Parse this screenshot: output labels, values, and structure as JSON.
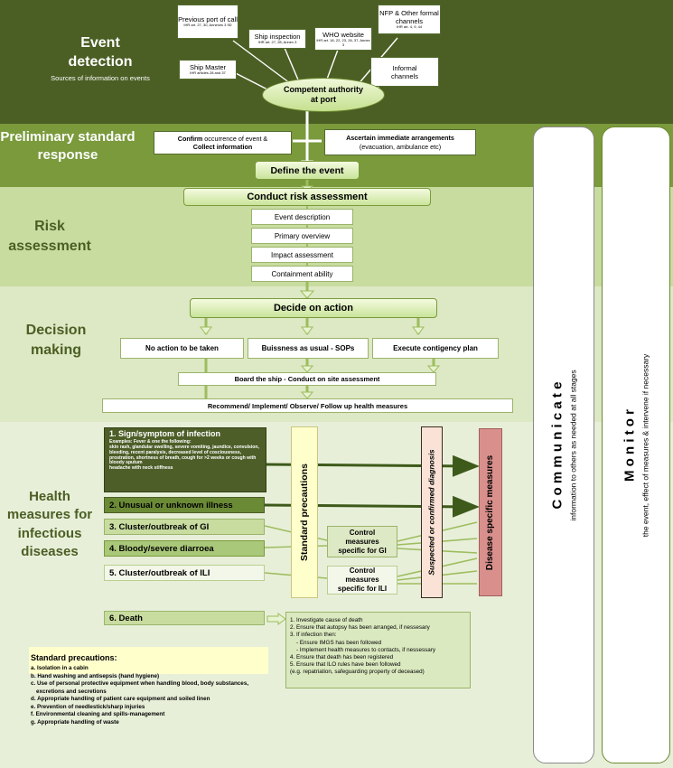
{
  "stages": {
    "event_detection": {
      "title": "Event detection",
      "subtitle": "Sources of information on events"
    },
    "preliminary": {
      "title": "Preliminary standard response"
    },
    "risk": {
      "title": "Risk assessment"
    },
    "decision": {
      "title": "Decision making"
    },
    "health": {
      "title": "Health measures for infectious diseases"
    }
  },
  "sources": {
    "previous_port": {
      "label": "Previous port of call",
      "ref": "IHR art. 27, 30, Annexes 3 9D"
    },
    "ship_inspection": {
      "label": "Ship inspection",
      "ref": "IHR art. 27, 28, Annex 3"
    },
    "who_website": {
      "label": "WHO website",
      "ref": "IHR art. 18, 22, 23, 26, 37, Annex 3"
    },
    "nfp": {
      "label": "NFP & Other formal channels",
      "ref": "IHR art. 4, 9, 44"
    },
    "ship_master": {
      "label": "Ship Master",
      "ref": "IHR articles 28 and 37"
    },
    "informal": {
      "label": "Informal channels"
    },
    "competent": {
      "label": "Competent authority at port"
    }
  },
  "preliminary": {
    "confirm_a": "Confirm",
    "confirm_b": " occurrence of event &",
    "collect": "Collect information",
    "ascertain_a": "Ascertain immediate arrangements",
    "ascertain_b": "(evacuation, ambulance etc)",
    "define": "Define the event"
  },
  "risk": {
    "conduct": "Conduct risk assessment",
    "items": [
      "Event description",
      "Primary overview",
      "Impact assessment",
      "Containment ability"
    ]
  },
  "decision": {
    "decide": "Decide on action",
    "options": [
      "No action to be taken",
      "Buissness as usual - SOPs",
      "Execute contigency plan"
    ],
    "board": "Board the ship - Conduct on site assessment",
    "recommend": "Recommend/ Implement/ Observe/ Follow up health measures"
  },
  "health": {
    "sign_title": "1. Sign/symptom of infection",
    "sign_detail": "Examples: Fever  & one the following:\nskin rash, glandular swelling, severe vomiting, jaundice, convulsion, bleeding, recent paralysis, decreased level of cosciousness, prostration, shortness of breath, cough for >2 weeks or cough with bloody sputum\nheadache with neck stiffness",
    "unusual": "2. Unusual or unknown illness",
    "cluster_gi": "3. Cluster/outbreak of GI",
    "bloody": "4. Bloody/severe diarroea",
    "cluster_ili": "5. Cluster/outbreak of ILI",
    "death": "6. Death",
    "standard_precautions": "Standard precautions",
    "control_gi": "Control measures specific for GI",
    "control_ili": "Control measures specific for ILI",
    "suspected": "Suspected or confirmed diagnosis",
    "disease_specific": "Disease specific measures",
    "death_steps": [
      "1. Investigate cause of death",
      "2. Ensure that autopsy has been arranged, if nessesary",
      "3. If infection then:",
      "   - Ensure IMGS has been followed",
      "   - Implement health measures to contacts, if nessessary",
      "4. Ensure that death has been registered",
      "5. Ensure that ILO rules have been followed",
      "(e.g. repatriation, safeguarding property of deceased)"
    ]
  },
  "precautions": {
    "title": "Standard precautions:",
    "items": [
      "a. Isolation in a cabin",
      "b. Hand washing and antisepsis (hand hygiene)",
      "c. Use of personal protective equipment when handling blood, body substances, excretions and secretions",
      "d. Appropriate handling of patient care equipment and soiled linen",
      "e. Prevention of needlestick/sharp injuries",
      "f. Environmental cleaning and spills-management",
      "g. Appropriate handling of waste"
    ]
  },
  "communicate": {
    "title": "C o m m u n i c a t e",
    "subtitle": "information to others as needed at all stages"
  },
  "monitor": {
    "title": "M o n i t o r",
    "subtitle": "the event, effect of measures & intervene if necessary"
  },
  "colors": {
    "band_dark": "#4b5f24",
    "band_mid": "#7a9a3c",
    "band_light": "#c8dca0",
    "band_lighter": "#dde8c4",
    "band_lightest": "#e8efd9",
    "dark_box": "#4d5e28",
    "pink": "#d9908c",
    "cream": "#ffffcc"
  }
}
